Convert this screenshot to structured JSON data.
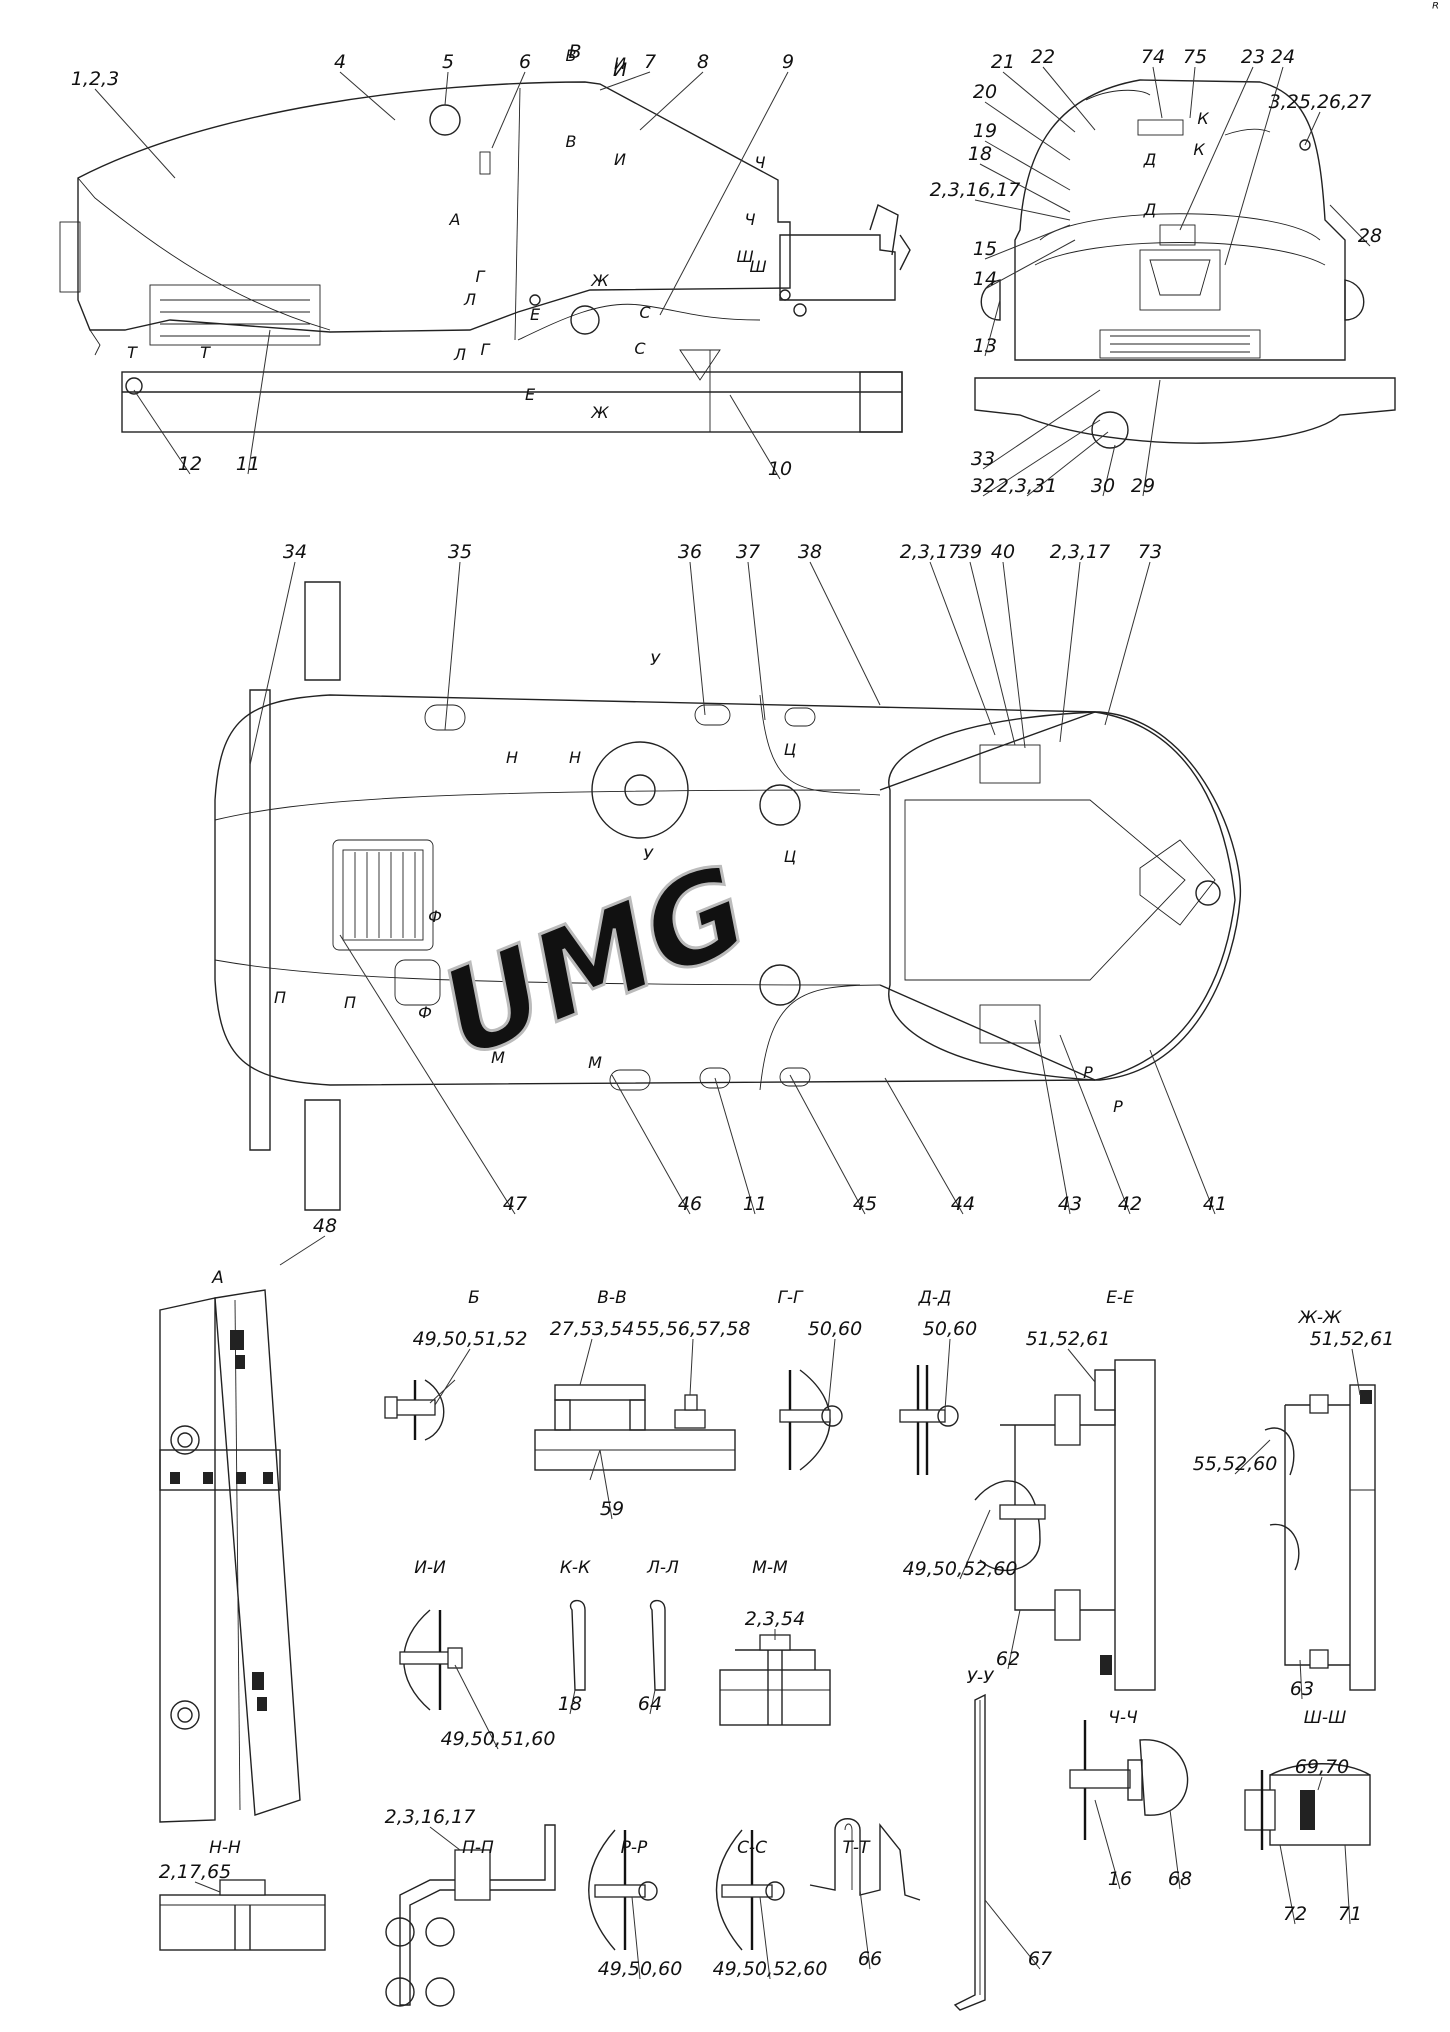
{
  "watermark": "UMG",
  "corner_mark": "ᴿ",
  "view_titles": [
    "А",
    "Б",
    "В-В",
    "Г-Г",
    "Д-Д",
    "Е-Е",
    "Ж-Ж",
    "И-И",
    "К-К",
    "Л-Л",
    "М-М",
    "У-У",
    "Ч-Ч",
    "Ш-Ш",
    "Н-Н",
    "П-П",
    "Р-Р",
    "С-С",
    "Т-Т"
  ],
  "section_marks": [
    "В",
    "И",
    "В",
    "И",
    "Ч",
    "Ч",
    "Ш",
    "Ш",
    "А",
    "Г",
    "Л",
    "Е",
    "Ж",
    "Л",
    "Г",
    "С",
    "С",
    "Т",
    "Т",
    "Е",
    "Ж",
    "К",
    "К",
    "Д",
    "Д",
    "У",
    "Н",
    "Н",
    "У",
    "Ц",
    "Ц",
    "Ф",
    "Ф",
    "П",
    "П",
    "М",
    "М",
    "Р",
    "Р"
  ],
  "callouts": {
    "side_view": [
      "1,2,3",
      "4",
      "5",
      "6",
      "В",
      "И",
      "7",
      "8",
      "9",
      "12",
      "11",
      "10"
    ],
    "front_view": [
      "21",
      "22",
      "74",
      "75",
      "23",
      "24",
      "3,25,26,27",
      "20",
      "19",
      "18",
      "2,3,16,17",
      "15",
      "14",
      "13",
      "28",
      "33",
      "32",
      "2,3,31",
      "30",
      "29"
    ],
    "top_view": [
      "34",
      "35",
      "36",
      "37",
      "38",
      "2,3,17",
      "39",
      "40",
      "2,3,17",
      "73",
      "47",
      "46",
      "11",
      "45",
      "44",
      "43",
      "42",
      "41"
    ],
    "details": [
      "48",
      "49,50,51,52",
      "27,53,54",
      "55,56,57,58",
      "59",
      "50,60",
      "50,60",
      "51,52,61",
      "49,50,52,60",
      "62",
      "51,52,61",
      "55,52,60",
      "63",
      "49,50,51,60",
      "18",
      "64",
      "2,3,54",
      "67",
      "16",
      "68",
      "69,70",
      "72",
      "71",
      "2,17,65",
      "2,3,16,17",
      "49,50,60",
      "49,50,52,60",
      "66"
    ]
  }
}
